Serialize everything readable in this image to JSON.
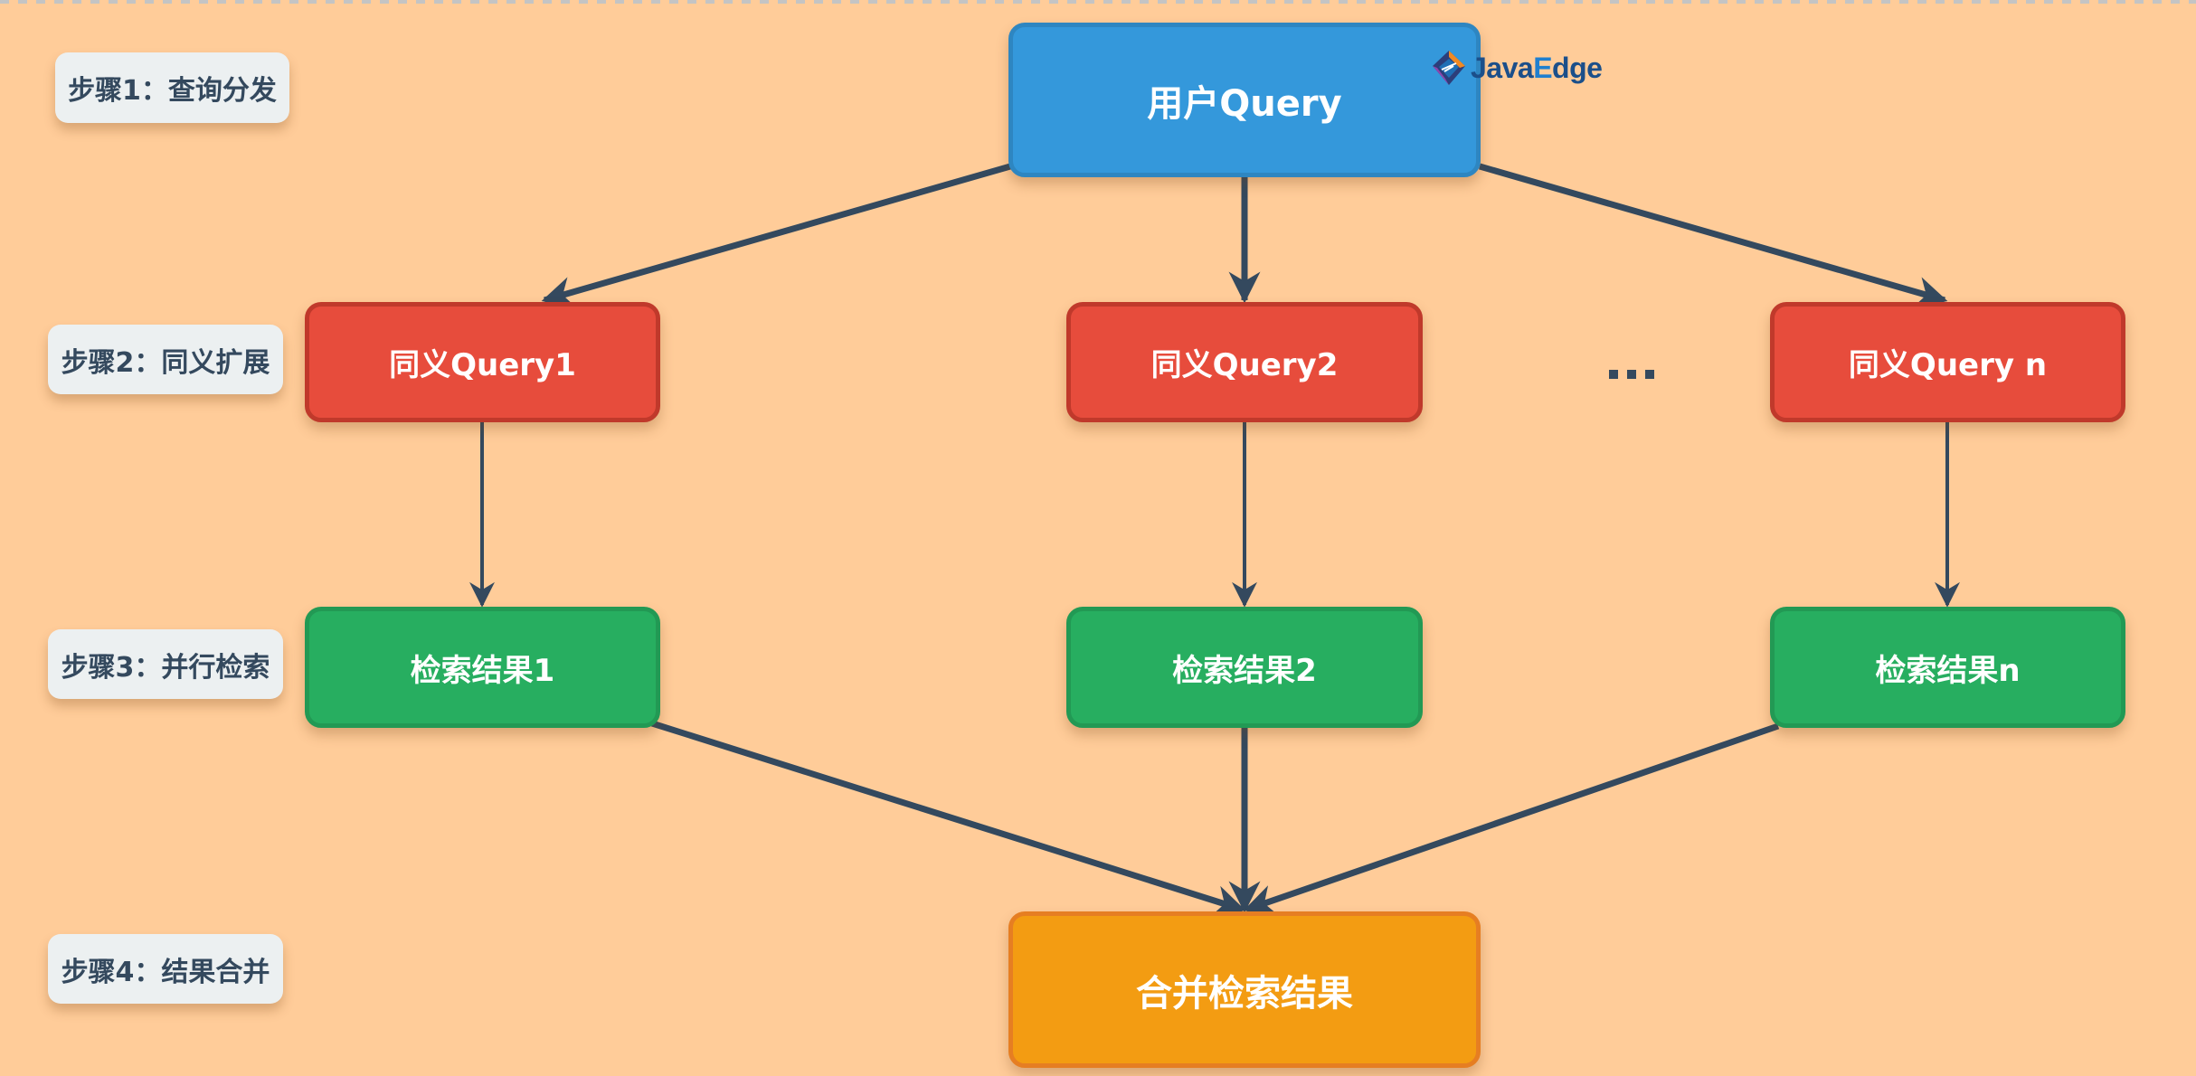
{
  "diagram": {
    "title": "同义Query扩展并行检索流程",
    "steps": [
      {
        "id": "step1",
        "label": "步骤1：查询分发"
      },
      {
        "id": "step2",
        "label": "步骤2：同义扩展"
      },
      {
        "id": "step3",
        "label": "步骤3：并行检索"
      },
      {
        "id": "step4",
        "label": "步骤4：结果合并"
      }
    ],
    "nodes": {
      "user_query": {
        "label": "用户Query",
        "color": "#3498db"
      },
      "synonym_queries": [
        {
          "label": "同义Query1",
          "color": "#e74c3c"
        },
        {
          "label": "同义Query2",
          "color": "#e74c3c"
        },
        {
          "label": "同义Query n",
          "color": "#e74c3c"
        }
      ],
      "ellipsis": "...",
      "search_results": [
        {
          "label": "检索结果1",
          "color": "#27ae60"
        },
        {
          "label": "检索结果2",
          "color": "#27ae60"
        },
        {
          "label": "检索结果n",
          "color": "#27ae60"
        }
      ],
      "merged": {
        "label": "合并检索结果",
        "color": "#f39c12"
      }
    },
    "edges": [
      {
        "from": "user_query",
        "to": "synonym_queries.0"
      },
      {
        "from": "user_query",
        "to": "synonym_queries.1"
      },
      {
        "from": "user_query",
        "to": "synonym_queries.2"
      },
      {
        "from": "synonym_queries.0",
        "to": "search_results.0"
      },
      {
        "from": "synonym_queries.1",
        "to": "search_results.1"
      },
      {
        "from": "synonym_queries.2",
        "to": "search_results.2"
      },
      {
        "from": "search_results.0",
        "to": "merged"
      },
      {
        "from": "search_results.1",
        "to": "merged"
      },
      {
        "from": "search_results.2",
        "to": "merged"
      }
    ],
    "edge_color": "#34495e",
    "background_color": "#ffcc99"
  },
  "watermark": {
    "part1": "Java",
    "part2": "E",
    "part3": "dge"
  }
}
